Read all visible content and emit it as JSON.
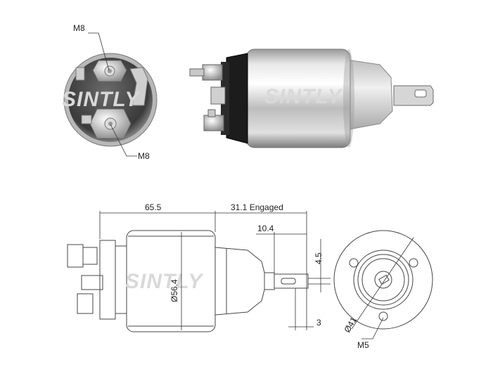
{
  "photo_top_view": {
    "label_upper": "M8",
    "label_lower": "M8",
    "watermark": "SINTLY"
  },
  "photo_side_view": {
    "watermark": "SINTLY"
  },
  "drawing_side_view": {
    "dim_length": "65.5",
    "dim_engaged": "31.1 Engaged",
    "dim_tip": "10.4",
    "dim_diameter": "Ø56.4",
    "dim_slot": "4.5",
    "dim_tab": "3",
    "watermark": "SINTLY"
  },
  "drawing_end_view": {
    "dim_bolt_circle": "Ø41",
    "label_thread": "M5"
  },
  "colors": {
    "metal_light": "#e6e6e6",
    "metal_dark": "#8a8a8a",
    "cap_black": "#1c1c1c",
    "watermark_gray": "#d9d9d9",
    "watermark_red": "#e0b3b3"
  }
}
